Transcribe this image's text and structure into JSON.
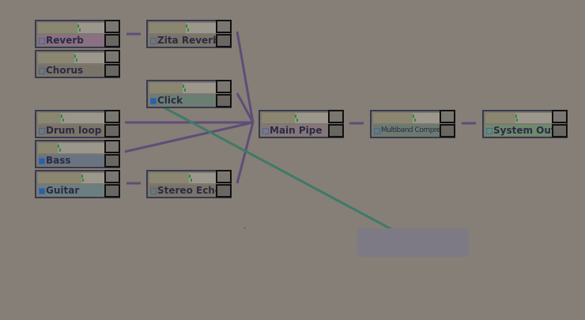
{
  "nodes": [
    {
      "id": "reverb",
      "label": "Reverb",
      "label_color": "#8a7080",
      "led_on": false,
      "level": 0.6
    },
    {
      "id": "chorus",
      "label": "Chorus",
      "label_color": "#7a7468",
      "led_on": false,
      "level": 0.55
    },
    {
      "id": "zita-reverb",
      "label": "Zita Reverb",
      "label_color": "#7a7468",
      "led_on": false,
      "level": 0.55
    },
    {
      "id": "click",
      "label": "Click",
      "label_color": "#6a7e72",
      "led_on": true,
      "level": 0.5
    },
    {
      "id": "drum-loop",
      "label": "Drum loop",
      "label_color": "#7a7468",
      "led_on": false,
      "level": 0.35
    },
    {
      "id": "bass",
      "label": "Bass",
      "label_color": "#6a7480",
      "led_on": true,
      "level": 0.3
    },
    {
      "id": "guitar",
      "label": "Guitar",
      "label_color": "#6a8080",
      "led_on": true,
      "level": 0.65
    },
    {
      "id": "stereo-echo",
      "label": "Stereo Echo",
      "label_color": "#7a7468",
      "led_on": false,
      "level": 0.6
    },
    {
      "id": "main-pipe",
      "label": "Main Pipe",
      "label_color": "#86767a",
      "led_on": false,
      "level": 0.5
    },
    {
      "id": "multiband-compressor",
      "label": "Multiband Compressor",
      "label_color": "#6a7a70",
      "led_on": false,
      "level": 0.6
    },
    {
      "id": "system-out",
      "label": "System Out",
      "label_color": "#6e8a6e",
      "led_on": false,
      "level": 0.45
    }
  ],
  "colors": {
    "background": "#857f77",
    "wire_audio": "#5e4d78",
    "wire_control": "#3f7a66"
  }
}
